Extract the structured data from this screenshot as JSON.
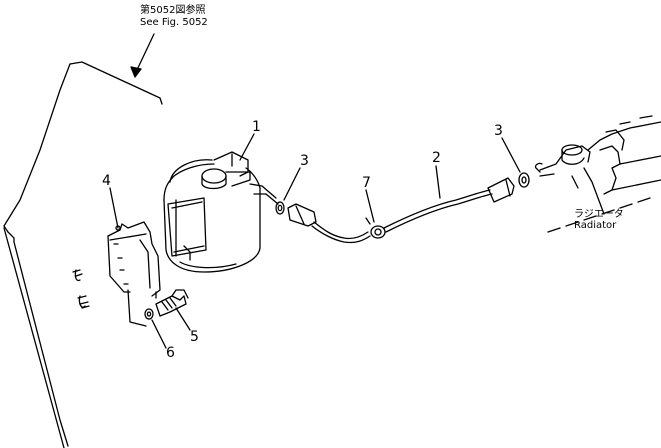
{
  "reference": {
    "jp": "第5052図参照",
    "en": "See Fig. 5052"
  },
  "radiator": {
    "jp": "ラジエータ",
    "en": "Radiator"
  },
  "callouts": [
    "1",
    "2",
    "3",
    "3",
    "4",
    "5",
    "6",
    "7"
  ],
  "colors": {
    "ink": "#000000",
    "paper": "#ffffff"
  }
}
